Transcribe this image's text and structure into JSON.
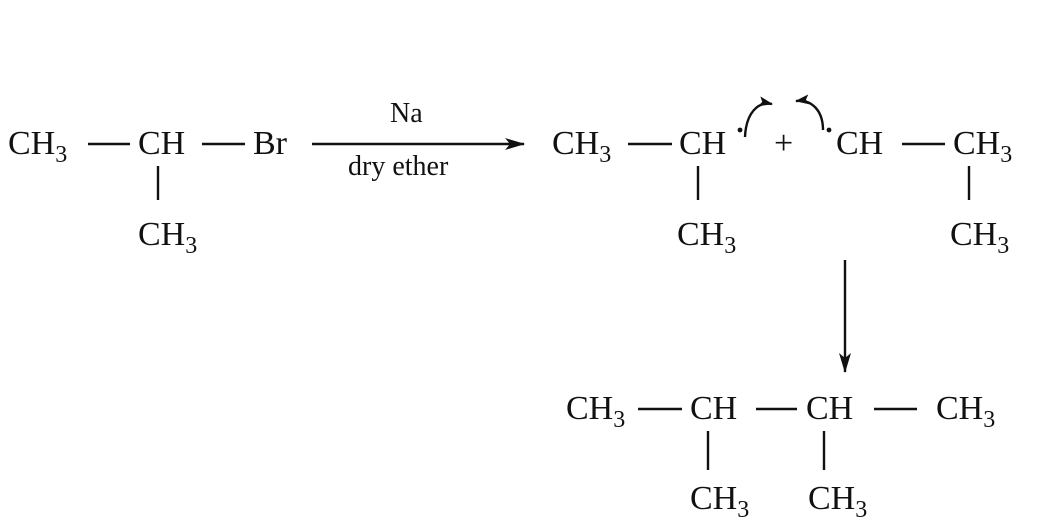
{
  "reactant": {
    "ch3_left": "CH",
    "ch3_left_sub": "3",
    "ch": "CH",
    "br": "Br",
    "ch3_below": "CH",
    "ch3_below_sub": "3"
  },
  "conditions": {
    "reagent": "Na",
    "solvent": "dry ether"
  },
  "radicals": {
    "left": {
      "ch3_left": "CH",
      "ch3_left_sub": "3",
      "ch": "CH",
      "ch3_below": "CH",
      "ch3_below_sub": "3"
    },
    "plus": "+",
    "right": {
      "ch": "CH",
      "ch3_right": "CH",
      "ch3_right_sub": "3",
      "ch3_below": "CH",
      "ch3_below_sub": "3"
    }
  },
  "product": {
    "ch3_1": "CH",
    "ch3_1_sub": "3",
    "ch_1": "CH",
    "ch_2": "CH",
    "ch3_2": "CH",
    "ch3_2_sub": "3",
    "ch3_below_1": "CH",
    "ch3_below_1_sub": "3",
    "ch3_below_2": "CH",
    "ch3_below_2_sub": "3"
  },
  "colors": {
    "ink": "#111111",
    "background": "#ffffff"
  }
}
